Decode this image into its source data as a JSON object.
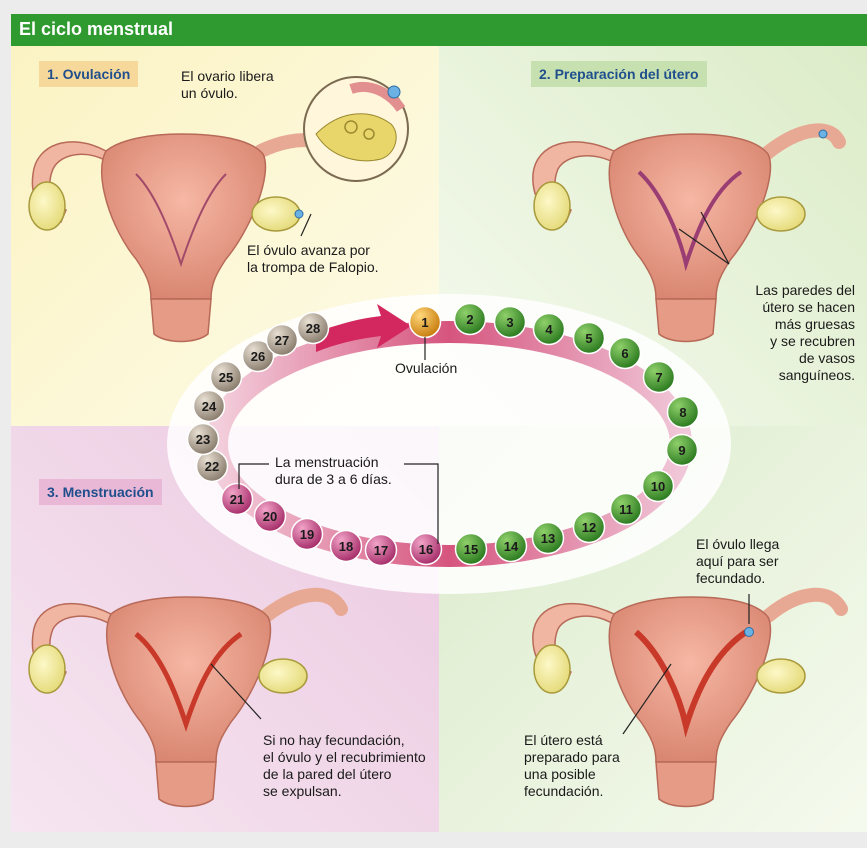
{
  "title": "El ciclo menstrual",
  "stages": {
    "ovulation": {
      "label": "1. Ovulación",
      "caption1": [
        "El ovario libera",
        "un óvulo."
      ],
      "caption2": [
        "El óvulo avanza por",
        "la trompa de Falopio."
      ]
    },
    "preparation": {
      "label": "2. Preparación del útero",
      "caption": [
        "Las paredes del",
        "útero se hacen",
        "más gruesas",
        "y se recubren",
        "de vasos",
        "sanguíneos."
      ]
    },
    "menstruation": {
      "label": "3. Menstruación",
      "caption": [
        "Si no hay fecundación,",
        "el óvulo y el recubrimiento",
        "de la pared del útero",
        "se expulsan."
      ]
    },
    "ready": {
      "caption_top": [
        "El óvulo llega",
        "aquí para ser",
        "fecundado."
      ],
      "caption_bottom": [
        "El útero está",
        "preparado para",
        "una posible",
        "fecundación."
      ]
    }
  },
  "cycle": {
    "ovulation_label": "Ovulación",
    "menstruation_note": [
      "La menstruación",
      "dura de 3 a 6 días."
    ],
    "days": [
      "1",
      "2",
      "3",
      "4",
      "5",
      "6",
      "7",
      "8",
      "9",
      "10",
      "11",
      "12",
      "13",
      "14",
      "15",
      "16",
      "17",
      "18",
      "19",
      "20",
      "21",
      "22",
      "23",
      "24",
      "25",
      "26",
      "27",
      "28"
    ],
    "phase_colors": {
      "ovulation": "#e8a324",
      "fertile": "#3f9a2a",
      "menstrual": "#c7468a",
      "late": "#9a8e80"
    }
  },
  "colors": {
    "title_bg": "#2f9a2f",
    "q1": "#fcf6d0",
    "q2": "#e7f2d7",
    "q3": "#f2d7ea",
    "q4": "#e5f0da"
  }
}
